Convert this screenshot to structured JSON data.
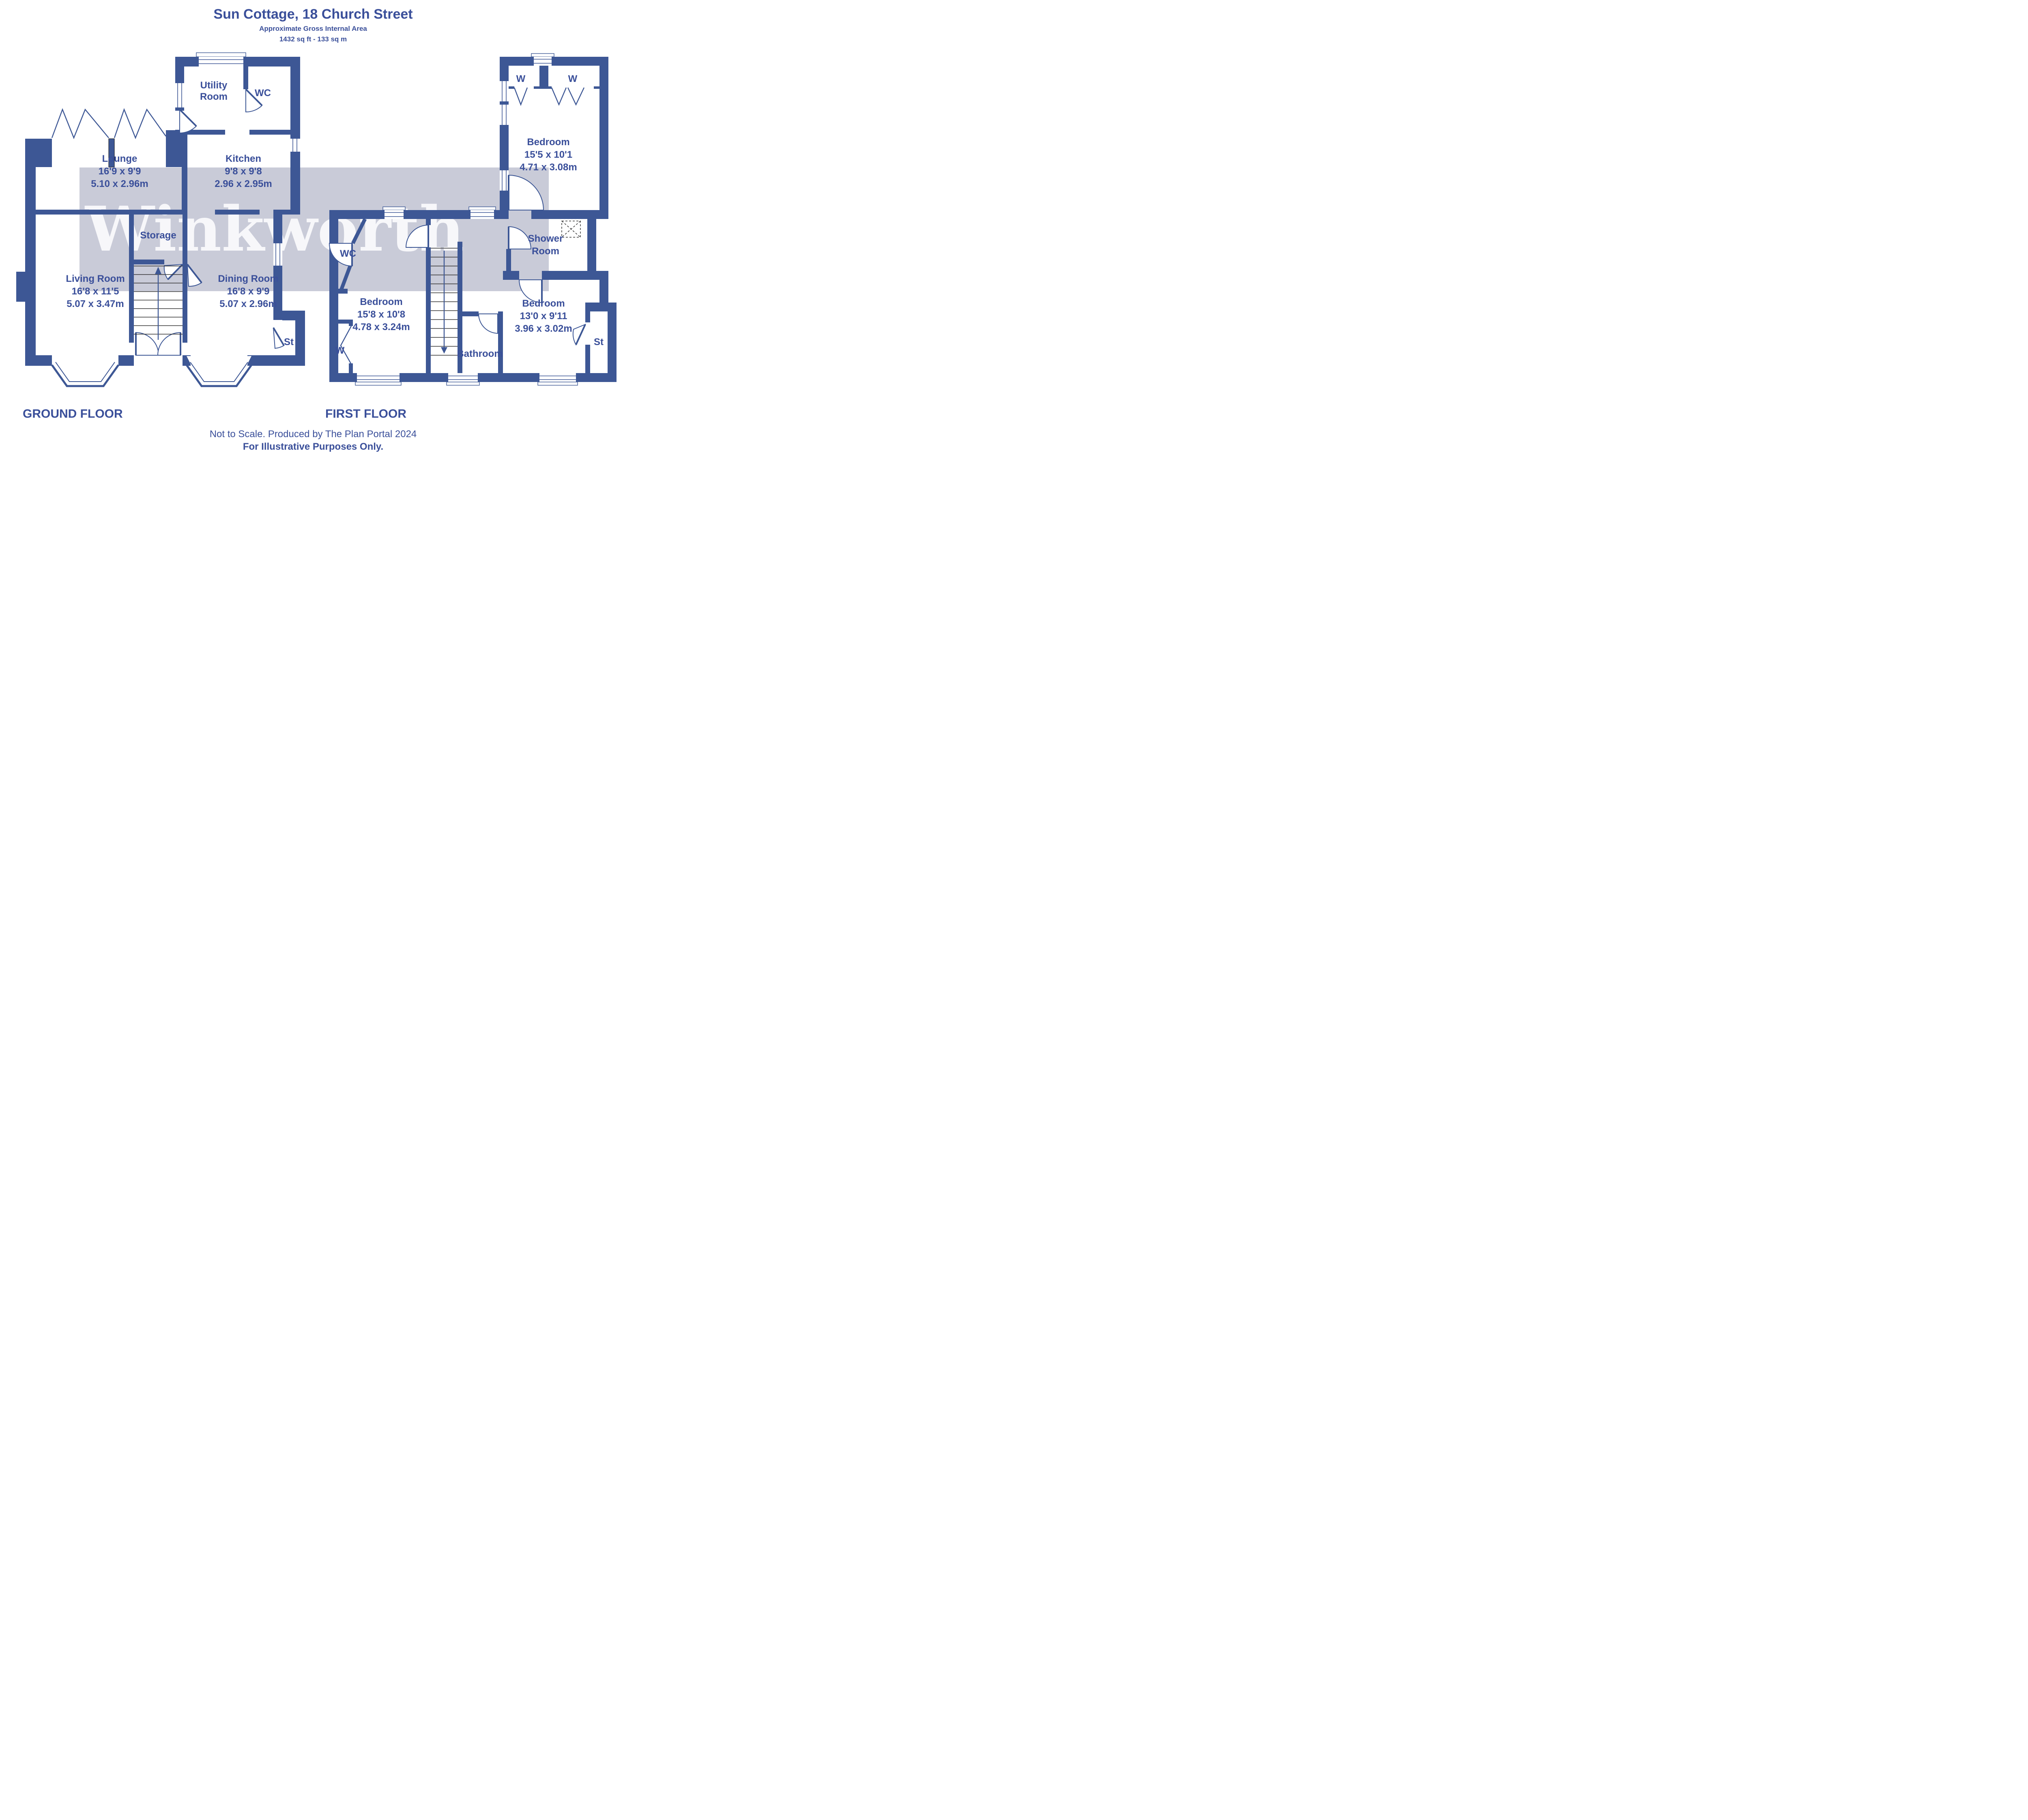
{
  "title": {
    "name": "Sun Cottage, 18 Church Street",
    "subtitle": "Approximate Gross Internal Area",
    "area": "1432 sq ft - 133 sq m"
  },
  "watermark": "Winkworth",
  "ground_floor": {
    "label": "GROUND FLOOR",
    "rooms": {
      "lounge": {
        "name": "Lounge",
        "imperial": "16'9 x 9'9",
        "metric": "5.10 x 2.96m"
      },
      "kitchen": {
        "name": "Kitchen",
        "imperial": "9'8 x 9'8",
        "metric": "2.96 x 2.95m"
      },
      "utility": {
        "name1": "Utility",
        "name2": "Room"
      },
      "wc": {
        "name": "WC"
      },
      "storage": {
        "name": "Storage"
      },
      "living": {
        "name": "Living Room",
        "imperial": "16'8 x 11'5",
        "metric": "5.07 x 3.47m"
      },
      "dining": {
        "name": "Dining Room",
        "imperial": "16'8 x 9'9",
        "metric": "5.07 x 2.96m"
      },
      "st": {
        "name": "St"
      }
    }
  },
  "first_floor": {
    "label": "FIRST FLOOR",
    "rooms": {
      "bedroom1": {
        "name": "Bedroom",
        "imperial": "15'5 x 10'1",
        "metric": "4.71 x 3.08m"
      },
      "bedroom2": {
        "name": "Bedroom",
        "imperial": "15'8 x 10'8",
        "metric": "4.78 x 3.24m"
      },
      "bedroom3": {
        "name": "Bedroom",
        "imperial": "13'0 x 9'11",
        "metric": "3.96 x 3.02m"
      },
      "shower": {
        "name1": "Shower",
        "name2": "Room"
      },
      "bathroom": {
        "name": "Bathroom"
      },
      "wc": {
        "name": "WC"
      },
      "st": {
        "name": "St"
      },
      "wardrobe1": {
        "name": "W"
      },
      "wardrobe2": {
        "name": "W"
      },
      "wardrobe3": {
        "name": "W"
      }
    }
  },
  "footer": {
    "line1": "Not to Scale. Produced by The Plan Portal 2024",
    "line2": "For Illustrative Purposes Only."
  },
  "colors": {
    "wall": "#3d5795",
    "text": "#3a4f9a",
    "watermark_band": "#c9cbd8",
    "watermark_text": "#fafafc"
  }
}
